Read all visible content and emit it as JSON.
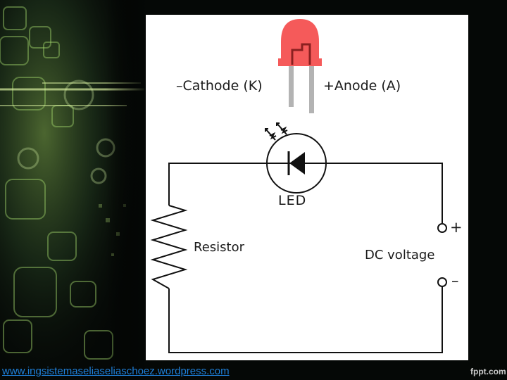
{
  "diagram": {
    "led_package": {
      "cathode_label": "–Cathode (K)",
      "anode_label": "+Anode (A)"
    },
    "led_symbol_label": "LED",
    "resistor_label": "Resistor",
    "source": {
      "label": "DC voltage",
      "positive": "+",
      "negative": "–"
    }
  },
  "footer": {
    "source_link": "www.ingsistemaseliaseliaschoez.wordpress.com",
    "logo": "fppt.com"
  },
  "colors": {
    "led_red": "#f55a5a",
    "lead_gray": "#b3b3b3",
    "wire": "#111111",
    "background": "#050806",
    "panel": "#ffffff",
    "link": "#1e7fd8"
  }
}
